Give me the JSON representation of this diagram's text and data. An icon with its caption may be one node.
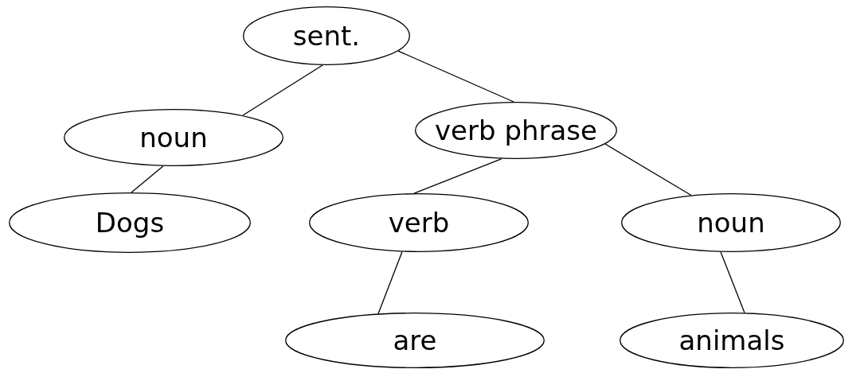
{
  "diagram": {
    "nodes": [
      {
        "text": [
          "sent."
        ]
      },
      {
        "text": [
          "noun"
        ]
      },
      {
        "text": [
          "verb phrase"
        ]
      },
      {
        "text": [
          "Dogs"
        ]
      },
      {
        "text": [
          "verb"
        ]
      },
      {
        "text": [
          "noun"
        ]
      },
      {
        "text": [
          "are"
        ]
      },
      {
        "text": [
          "animals"
        ]
      }
    ],
    "edges": [
      {
        "from": 0,
        "to": 1,
        "arrow": "none"
      },
      {
        "from": 0,
        "to": 2,
        "arrow": "none"
      },
      {
        "from": 1,
        "to": 3,
        "arrow": "none"
      },
      {
        "from": 2,
        "to": 4,
        "arrow": "none"
      },
      {
        "from": 2,
        "to": 5,
        "arrow": "none"
      },
      {
        "from": 4,
        "to": 6,
        "arrow": "none"
      },
      {
        "from": 5,
        "to": 7,
        "arrow": "none"
      }
    ]
  }
}
